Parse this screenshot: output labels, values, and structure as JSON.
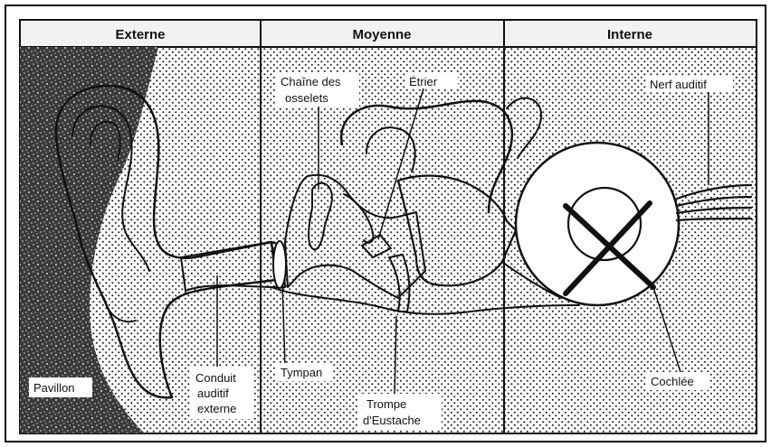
{
  "diagram": {
    "sections": [
      {
        "title": "Externe"
      },
      {
        "title": "Moyenne"
      },
      {
        "title": "Interne"
      }
    ],
    "labels": {
      "chaine_line1": "Chaîne des",
      "chaine_line2": "osselets",
      "etrier": "Étrier",
      "nerf_auditif": "Nerf auditif",
      "pavillon": "Pavillon",
      "conduit_line1": "Conduit",
      "conduit_line2": "auditif",
      "conduit_line3": "externe",
      "tympan": "Tympan",
      "trompe_line1": "Trompe",
      "trompe_line2": "d'Eustache",
      "cochlee": "Cochlée"
    },
    "marks": {
      "cochlea_cross": "X"
    },
    "colors": {
      "ink": "#111111",
      "paper": "#ffffff",
      "header_fill": "#f2f2f2"
    }
  }
}
